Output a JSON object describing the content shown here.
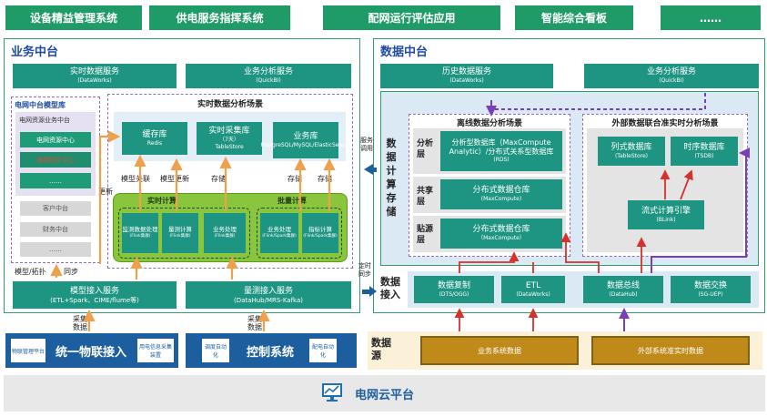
{
  "top_nav": [
    "设备精益管理系统",
    "供电服务指挥系统",
    "配网运行评估应用",
    "智能综合看板",
    "……"
  ],
  "biz": {
    "title": "业务中台",
    "services": [
      {
        "name": "实时数据服务",
        "sub": "(DataWorks)"
      },
      {
        "name": "业务分析服务",
        "sub": "(QuickBI)"
      }
    ],
    "model_lib": {
      "title": "电网中台模型库",
      "group": "电网资源业务中台",
      "items": [
        "电网资源中心",
        "电网拓扑中心",
        "……"
      ],
      "others": [
        "客户中台",
        "财务中台",
        "……"
      ]
    },
    "rt": {
      "title": "实时数据分析场景",
      "stores": [
        {
          "name": "缓存库",
          "sub": "Redis"
        },
        {
          "name": "实时采集库",
          "sub": "（7天）",
          "sub2": "TableStore"
        },
        {
          "name": "业务库",
          "sub": "PostgreSQL/MySQL/ElasticSearch"
        }
      ],
      "labels": {
        "update_left": "更新",
        "model_link": "模型关联",
        "model_update": "模型更新",
        "store1": "存储",
        "store2": "存储",
        "store3": "存储"
      },
      "rtcalc": {
        "title": "实时计算",
        "boxes": [
          {
            "name": "监测数据处理",
            "sub": "(Flink集群)"
          },
          {
            "name": "量测计算",
            "sub": "(Flink集群)"
          },
          {
            "name": "业务处理",
            "sub": "(Flink集群)"
          }
        ]
      },
      "batch": {
        "title": "批量计算",
        "boxes": [
          {
            "name": "业务处理",
            "sub": "(Flink/Spark集群)"
          },
          {
            "name": "指标计算",
            "sub": "(Flink/Spark集群)"
          }
        ]
      }
    },
    "access": {
      "left": {
        "name": "模型接入服务",
        "sub": "(ETL+Spark、CIME/flume等)"
      },
      "right": {
        "name": "量测接入服务",
        "sub": "(DataHub/MRS-Kafka)"
      }
    },
    "labels": {
      "model_topo": "模型/拓扑",
      "sync": "同步",
      "collect_left": "采集数据",
      "collect_right": "采集数据",
      "service_call": "服务调用",
      "timed_sync": "定时同步"
    },
    "bottom": {
      "iot": {
        "title": "统一物联接入",
        "left": "物联管理平台",
        "right": "用电信息采集装置"
      },
      "ctrl": {
        "title": "控制系统",
        "left": "调度自动化",
        "right": "配电自动化"
      }
    }
  },
  "data": {
    "title": "数据中台",
    "services": [
      {
        "name": "历史数据服务",
        "sub": "(DataWorks)"
      },
      {
        "name": "业务分析服务",
        "sub": "(QuickBI)"
      }
    ],
    "vertical_label": "数据计算存储",
    "offline": {
      "title": "离线数据分析场景",
      "layers": [
        "分析层",
        "共享层",
        "贴源层"
      ],
      "boxes": [
        {
          "name": "分析型数据库（MaxCompute Analytic）/分布式关系型数据库",
          "sub": "(RDS)"
        },
        {
          "name": "分布式数据仓库",
          "sub": "(MaxCompute)"
        },
        {
          "name": "分布式数据仓库",
          "sub": "（MaxCompute）"
        }
      ]
    },
    "external": {
      "title": "外部数据联合准实时分析场景",
      "boxes": [
        {
          "name": "列式数据库",
          "sub": "(TableStore)"
        },
        {
          "name": "时序数据库",
          "sub": "(TSDB)"
        },
        {
          "name": "流式计算引擎",
          "sub": "(BLink)"
        }
      ]
    },
    "access_label": "数据接入",
    "access": [
      {
        "name": "数据复制",
        "sub": "(DTS/OGG)"
      },
      {
        "name": "ETL",
        "sub": "(DataWorks)"
      },
      {
        "name": "数据总线",
        "sub": "(DataHub)"
      },
      {
        "name": "数据交换",
        "sub": "(SG-UEP)"
      }
    ],
    "source_label": "数据源",
    "sources": [
      "业务系统数据",
      "外部系统准实时数据"
    ]
  },
  "platform": {
    "label": "电网云平台"
  }
}
